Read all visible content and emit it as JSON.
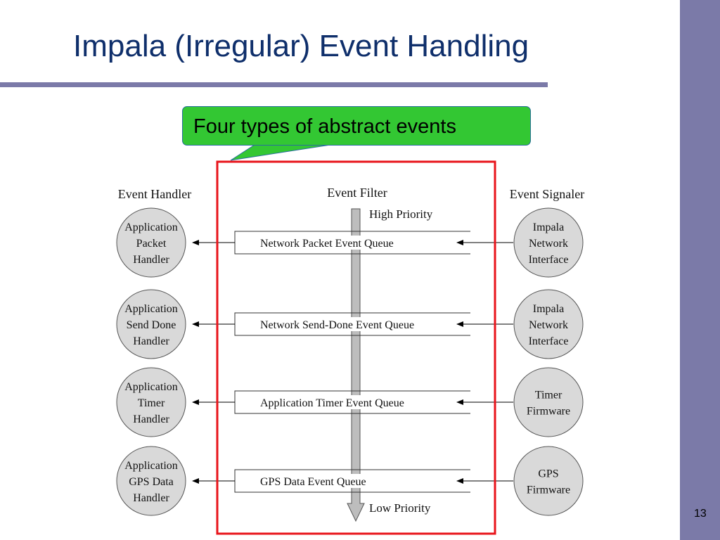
{
  "slide": {
    "title": "Impala (Irregular) Event Handling",
    "page_number": "13",
    "callout": "Four types of abstract events"
  },
  "diagram": {
    "columns": {
      "handler": "Event Handler",
      "filter": "Event Filter",
      "signaler": "Event Signaler"
    },
    "priority": {
      "high": "High Priority",
      "low": "Low Priority"
    },
    "rows": [
      {
        "handler": [
          "Application",
          "Packet",
          "Handler"
        ],
        "queue": "Network Packet Event Queue",
        "signaler": [
          "Impala",
          "Network",
          "Interface"
        ]
      },
      {
        "handler": [
          "Application",
          "Send Done",
          "Handler"
        ],
        "queue": "Network Send-Done Event Queue",
        "signaler": [
          "Impala",
          "Network",
          "Interface"
        ]
      },
      {
        "handler": [
          "Application",
          "Timer",
          "Handler"
        ],
        "queue": "Application Timer Event Queue",
        "signaler": [
          "Timer",
          "Firmware"
        ]
      },
      {
        "handler": [
          "Application",
          "GPS Data",
          "Handler"
        ],
        "queue": "GPS Data Event Queue",
        "signaler": [
          "GPS",
          "Firmware"
        ]
      }
    ]
  },
  "colors": {
    "title": "#0f2f6b",
    "accent_bar": "#7b7aa8",
    "callout_fill": "#33c733",
    "callout_border": "#2a6e9e",
    "highlight_box": "#e8141b",
    "node_fill": "#d9d9d9"
  }
}
